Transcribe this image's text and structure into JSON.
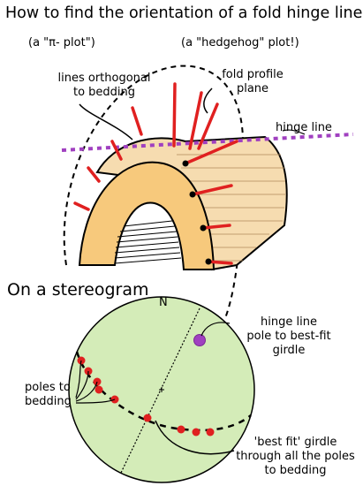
{
  "title": "How to find the orientation of a fold hinge line",
  "labels": {
    "pi_plot": "(a \"π- plot\")",
    "hedgehog": "(a \"hedgehog\" plot!)",
    "lines_orth_1": "lines orthogonal",
    "lines_orth_2": "to bedding",
    "fold_profile_1": "fold profile",
    "fold_profile_2": "plane",
    "hinge_line": "hinge line"
  },
  "stereogram": {
    "heading": "On a stereogram",
    "north": "N",
    "poles_1": "poles to",
    "poles_2": "bedding",
    "hinge_1": "hinge line",
    "hinge_2": "pole to best-fit",
    "hinge_3": "girdle",
    "girdle_1": "'best fit' girdle",
    "girdle_2": "through all the poles",
    "girdle_3": "to bedding"
  },
  "colors": {
    "pole": "#e02020",
    "hinge": "#a040c0",
    "net": "#d4ecb8",
    "block": "#f6dcb0",
    "end_face": "#f7c97c"
  }
}
